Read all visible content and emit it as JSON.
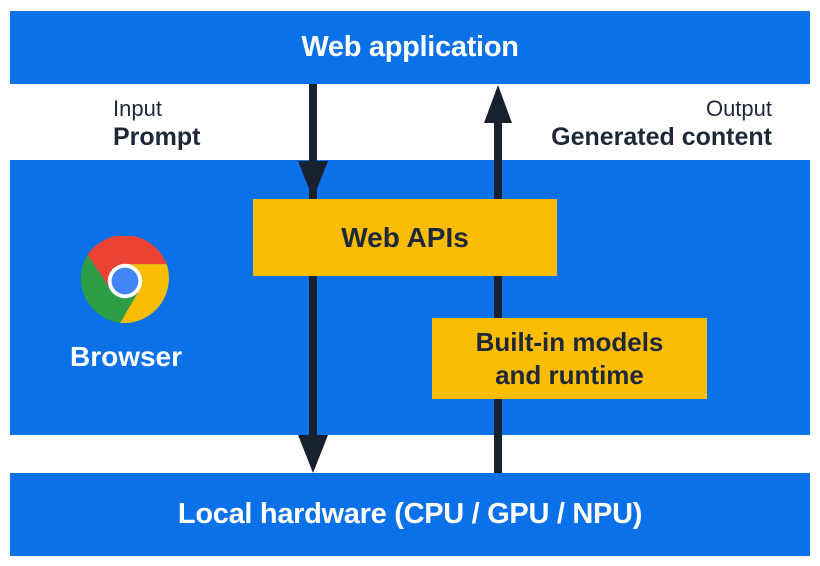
{
  "top_bar": {
    "label": "Web application"
  },
  "flow": {
    "input_title": "Input",
    "input_value": "Prompt",
    "output_title": "Output",
    "output_value": "Generated content"
  },
  "browser": {
    "label": "Browser"
  },
  "boxes": {
    "web_apis": "Web APIs",
    "builtin_line1": "Built-in models",
    "builtin_line2": "and runtime"
  },
  "bottom_bar": {
    "label": "Local hardware (CPU / GPU / NPU)"
  },
  "icons": {
    "browser": "chrome-logo-icon"
  },
  "colors": {
    "panel_blue": "#0b71e8",
    "box_yellow": "#fbbc04",
    "arrow_navy": "#18212f",
    "dark_text": "#1e2839",
    "light_text": "#ffffff",
    "chrome_red": "#ea4335",
    "chrome_green": "#2c9e46",
    "chrome_yellow": "#fbbc04",
    "chrome_blue": "#4285f4"
  }
}
